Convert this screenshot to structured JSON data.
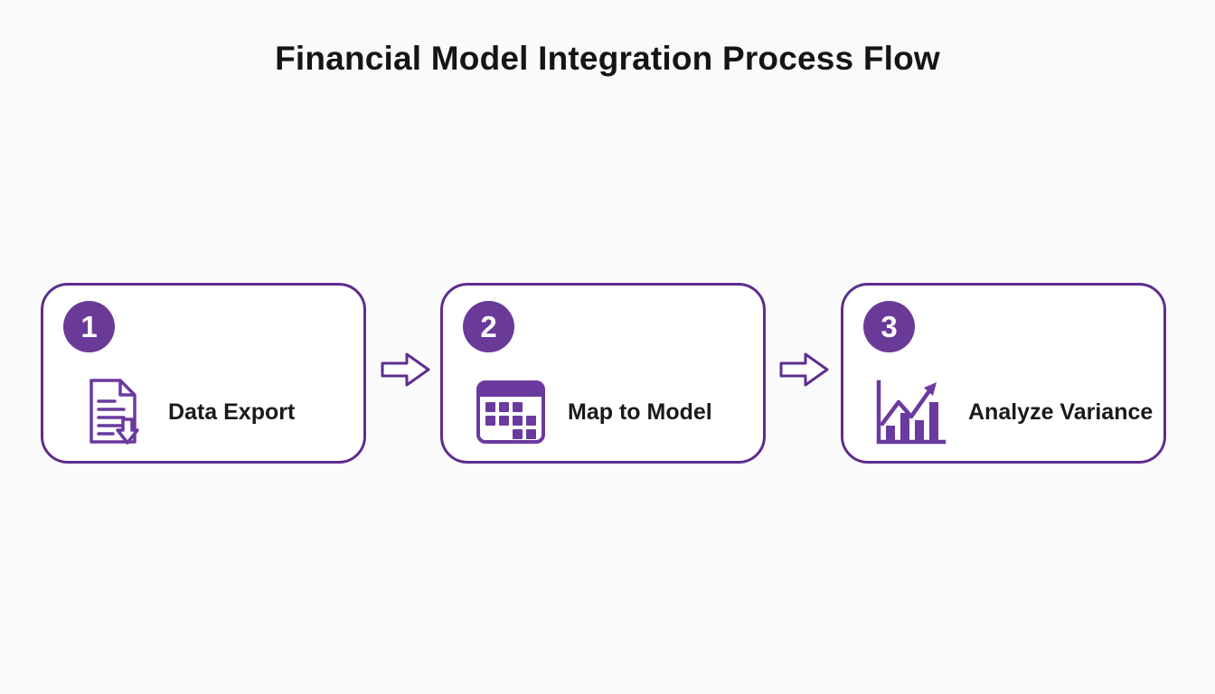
{
  "page": {
    "title": "Financial Model Integration Process Flow"
  },
  "theme": {
    "accent_purple": "#6B3A9E",
    "border_purple": "#5E2D8F",
    "badge_purple": "#6A3A99",
    "text_black": "#1A1A1A",
    "background": "#FBFAFB",
    "card_background": "#FFFFFF"
  },
  "steps": [
    {
      "number": "1",
      "label": "Data Export",
      "icon": "document-download-icon"
    },
    {
      "number": "2",
      "label": "Map to Model",
      "icon": "calendar-grid-icon"
    },
    {
      "number": "3",
      "label": "Analyze Variance",
      "icon": "bar-chart-trend-icon"
    }
  ],
  "connectors": [
    {
      "icon": "arrow-right-icon",
      "direction": "right"
    },
    {
      "icon": "arrow-right-icon",
      "direction": "right"
    }
  ]
}
